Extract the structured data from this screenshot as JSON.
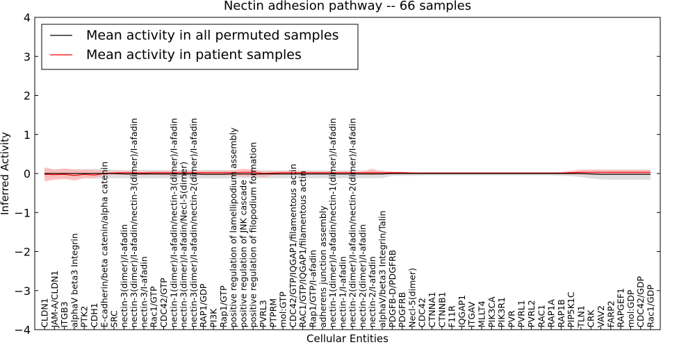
{
  "chart_data": {
    "type": "line",
    "title": "Nectin adhesion pathway -- 66 samples",
    "xlabel": "Cellular Entities",
    "ylabel": "Inferred Activity",
    "ylim": [
      -4,
      4
    ],
    "yticks": [
      "−4",
      "−3",
      "−2",
      "−1",
      "0",
      "1",
      "2",
      "3",
      "4"
    ],
    "grid": false,
    "legend_position": "top-left",
    "categories": [
      "CLDN1",
      "JAM-A/CLDN1",
      "ITGB3",
      "alphaV beta3 Integrin",
      "PTK2",
      "CDH1",
      "E-cadherin/beta catenin/alpha catenin",
      "SRC",
      "nectin-3(dimer)/I-afadin",
      "nectin-3(dimer)/I-afadin/nectin-3(dimer)/I-afadin",
      "nectin-3/I-afadin",
      "Rac1/GTP",
      "CDC42/GTP",
      "nectin-1(dimer)/I-afadin/nectin-3(dimer)/I-afadin",
      "nectin-3(dimer)/I-afadin/Necl-5(dimer)",
      "nectin-3(dimer)/I-afadin/nectin-2(dimer)/I-afadin",
      "RAP1/GDP",
      "PI3K",
      "Rap1/GTP",
      "positive regulation of lamellipodium assembly",
      "positive regulation of JNK cascade",
      "positive regulation of filopodium formation",
      "PVRL3",
      "PTPRM",
      "mol:GTP",
      "CDC42/GTP/IQGAP1/filamentous actin",
      "RAC1/GTP/IQGAP1/filamentous actin",
      "Rap1/GTP/I-afadin",
      "adherens junction assembly",
      "nectin-1(dimer)/I-afadin/nectin-1(dimer)/I-afadin",
      "nectin-1/I-afadin",
      "nectin-2(dimer)/I-afadin/nectin-2(dimer)/I-afadin",
      "nectin-2(dimer)/I-afadin",
      "nectin-2/I-afadin",
      "alphaV/beta3 Integrin/Talin",
      "PDGFB-D/PDGFRB",
      "PDGFRB",
      "Necl-5(dimer)",
      "CDC42",
      "CTNNA1",
      "CTNNB1",
      "F11R",
      "IQGAP1",
      "ITGAV",
      "MLLT4",
      "PIK3CA",
      "PIK3R1",
      "PVR",
      "PVRL1",
      "PVRL2",
      "RAC1",
      "RAP1A",
      "RAP1B",
      "PIP5K1C",
      "TLN1",
      "CRK",
      "VAV2",
      "FARP2",
      "RAPGEF1",
      "mol:GDP",
      "CDC42/GDP",
      "Rac1/GDP"
    ],
    "series": [
      {
        "name": "Mean activity in all permuted samples",
        "color": "#000000",
        "band_color": "#c8c8c8",
        "values": [
          0.0,
          0.0,
          0.0,
          0.0,
          0.0,
          0.0,
          0.0,
          0.0,
          -0.01,
          -0.01,
          -0.01,
          -0.01,
          -0.01,
          -0.01,
          -0.01,
          -0.01,
          -0.02,
          -0.02,
          -0.02,
          -0.01,
          -0.01,
          -0.01,
          -0.01,
          -0.01,
          -0.01,
          -0.01,
          -0.01,
          -0.01,
          -0.01,
          -0.01,
          -0.01,
          -0.01,
          -0.01,
          -0.01,
          -0.01,
          0.0,
          0.0,
          0.0,
          0.0,
          0.0,
          0.0,
          0.0,
          0.0,
          0.0,
          0.0,
          0.0,
          0.0,
          0.0,
          0.0,
          0.0,
          0.0,
          0.0,
          0.0,
          0.0,
          0.0,
          -0.01,
          -0.02,
          -0.02,
          -0.02,
          -0.02,
          -0.02,
          -0.02
        ],
        "lower": [
          -0.12,
          -0.12,
          -0.13,
          -0.12,
          -0.12,
          -0.13,
          -0.13,
          -0.12,
          -0.12,
          -0.12,
          -0.12,
          -0.12,
          -0.12,
          -0.12,
          -0.12,
          -0.12,
          -0.13,
          -0.13,
          -0.13,
          -0.12,
          -0.12,
          -0.12,
          -0.12,
          -0.12,
          -0.12,
          -0.12,
          -0.12,
          -0.12,
          -0.12,
          -0.12,
          -0.12,
          -0.12,
          -0.12,
          -0.12,
          -0.12,
          -0.06,
          -0.06,
          -0.06,
          -0.05,
          -0.05,
          -0.05,
          -0.05,
          -0.05,
          -0.05,
          -0.05,
          -0.05,
          -0.05,
          -0.05,
          -0.05,
          -0.05,
          -0.05,
          -0.05,
          -0.06,
          -0.07,
          -0.09,
          -0.13,
          -0.15,
          -0.16,
          -0.16,
          -0.16,
          -0.16,
          -0.16
        ],
        "upper": [
          0.11,
          0.11,
          0.12,
          0.11,
          0.11,
          0.12,
          0.11,
          0.1,
          0.09,
          0.09,
          0.09,
          0.09,
          0.09,
          0.09,
          0.09,
          0.09,
          0.09,
          0.09,
          0.09,
          0.08,
          0.08,
          0.08,
          0.08,
          0.08,
          0.08,
          0.08,
          0.08,
          0.08,
          0.08,
          0.08,
          0.08,
          0.08,
          0.08,
          0.08,
          0.08,
          0.04,
          0.04,
          0.04,
          0.03,
          0.03,
          0.03,
          0.03,
          0.03,
          0.03,
          0.03,
          0.03,
          0.03,
          0.03,
          0.03,
          0.03,
          0.03,
          0.03,
          0.04,
          0.05,
          0.07,
          0.09,
          0.1,
          0.1,
          0.1,
          0.1,
          0.1,
          0.1
        ]
      },
      {
        "name": "Mean activity in patient samples",
        "color": "#ff0000",
        "band_color": "#ffb0b0",
        "values": [
          -0.02,
          -0.03,
          -0.02,
          -0.05,
          -0.02,
          -0.04,
          0.0,
          0.01,
          0.02,
          0.02,
          0.01,
          0.02,
          0.02,
          0.02,
          0.02,
          0.02,
          0.02,
          0.02,
          0.02,
          0.02,
          0.03,
          0.03,
          0.0,
          0.01,
          0.02,
          0.02,
          0.02,
          0.02,
          0.02,
          0.02,
          0.02,
          0.02,
          0.02,
          0.02,
          0.02,
          0.02,
          0.02,
          0.01,
          0.01,
          0.01,
          0.01,
          0.01,
          0.01,
          0.01,
          0.01,
          0.01,
          0.01,
          0.01,
          0.01,
          0.01,
          0.01,
          0.01,
          0.01,
          0.02,
          0.03,
          0.03,
          0.03,
          0.03,
          0.03,
          0.03,
          0.03,
          0.03
        ],
        "lower": [
          -0.2,
          -0.16,
          -0.14,
          -0.18,
          -0.12,
          -0.12,
          -0.05,
          -0.04,
          -0.03,
          -0.03,
          -0.04,
          -0.03,
          -0.04,
          -0.04,
          -0.03,
          -0.03,
          -0.04,
          -0.04,
          -0.04,
          -0.05,
          -0.08,
          -0.06,
          -0.1,
          -0.04,
          -0.03,
          -0.02,
          -0.02,
          -0.02,
          -0.02,
          -0.02,
          -0.02,
          -0.02,
          -0.02,
          -0.03,
          -0.02,
          -0.02,
          -0.01,
          -0.01,
          -0.01,
          -0.01,
          -0.01,
          -0.01,
          -0.01,
          -0.01,
          -0.01,
          -0.01,
          -0.01,
          -0.01,
          -0.01,
          -0.01,
          -0.01,
          -0.01,
          -0.01,
          -0.02,
          -0.03,
          -0.03,
          -0.03,
          -0.03,
          -0.03,
          -0.03,
          -0.03,
          -0.03
        ],
        "upper": [
          0.16,
          0.1,
          0.13,
          0.1,
          0.1,
          0.09,
          0.07,
          0.06,
          0.06,
          0.06,
          0.06,
          0.06,
          0.06,
          0.06,
          0.06,
          0.06,
          0.06,
          0.06,
          0.07,
          0.09,
          0.12,
          0.1,
          0.06,
          0.06,
          0.06,
          0.06,
          0.05,
          0.05,
          0.05,
          0.05,
          0.05,
          0.05,
          0.05,
          0.12,
          0.05,
          0.05,
          0.04,
          0.03,
          0.03,
          0.03,
          0.03,
          0.03,
          0.03,
          0.03,
          0.03,
          0.03,
          0.03,
          0.03,
          0.03,
          0.03,
          0.03,
          0.03,
          0.04,
          0.07,
          0.1,
          0.1,
          0.1,
          0.09,
          0.09,
          0.09,
          0.09,
          0.09
        ]
      }
    ]
  }
}
